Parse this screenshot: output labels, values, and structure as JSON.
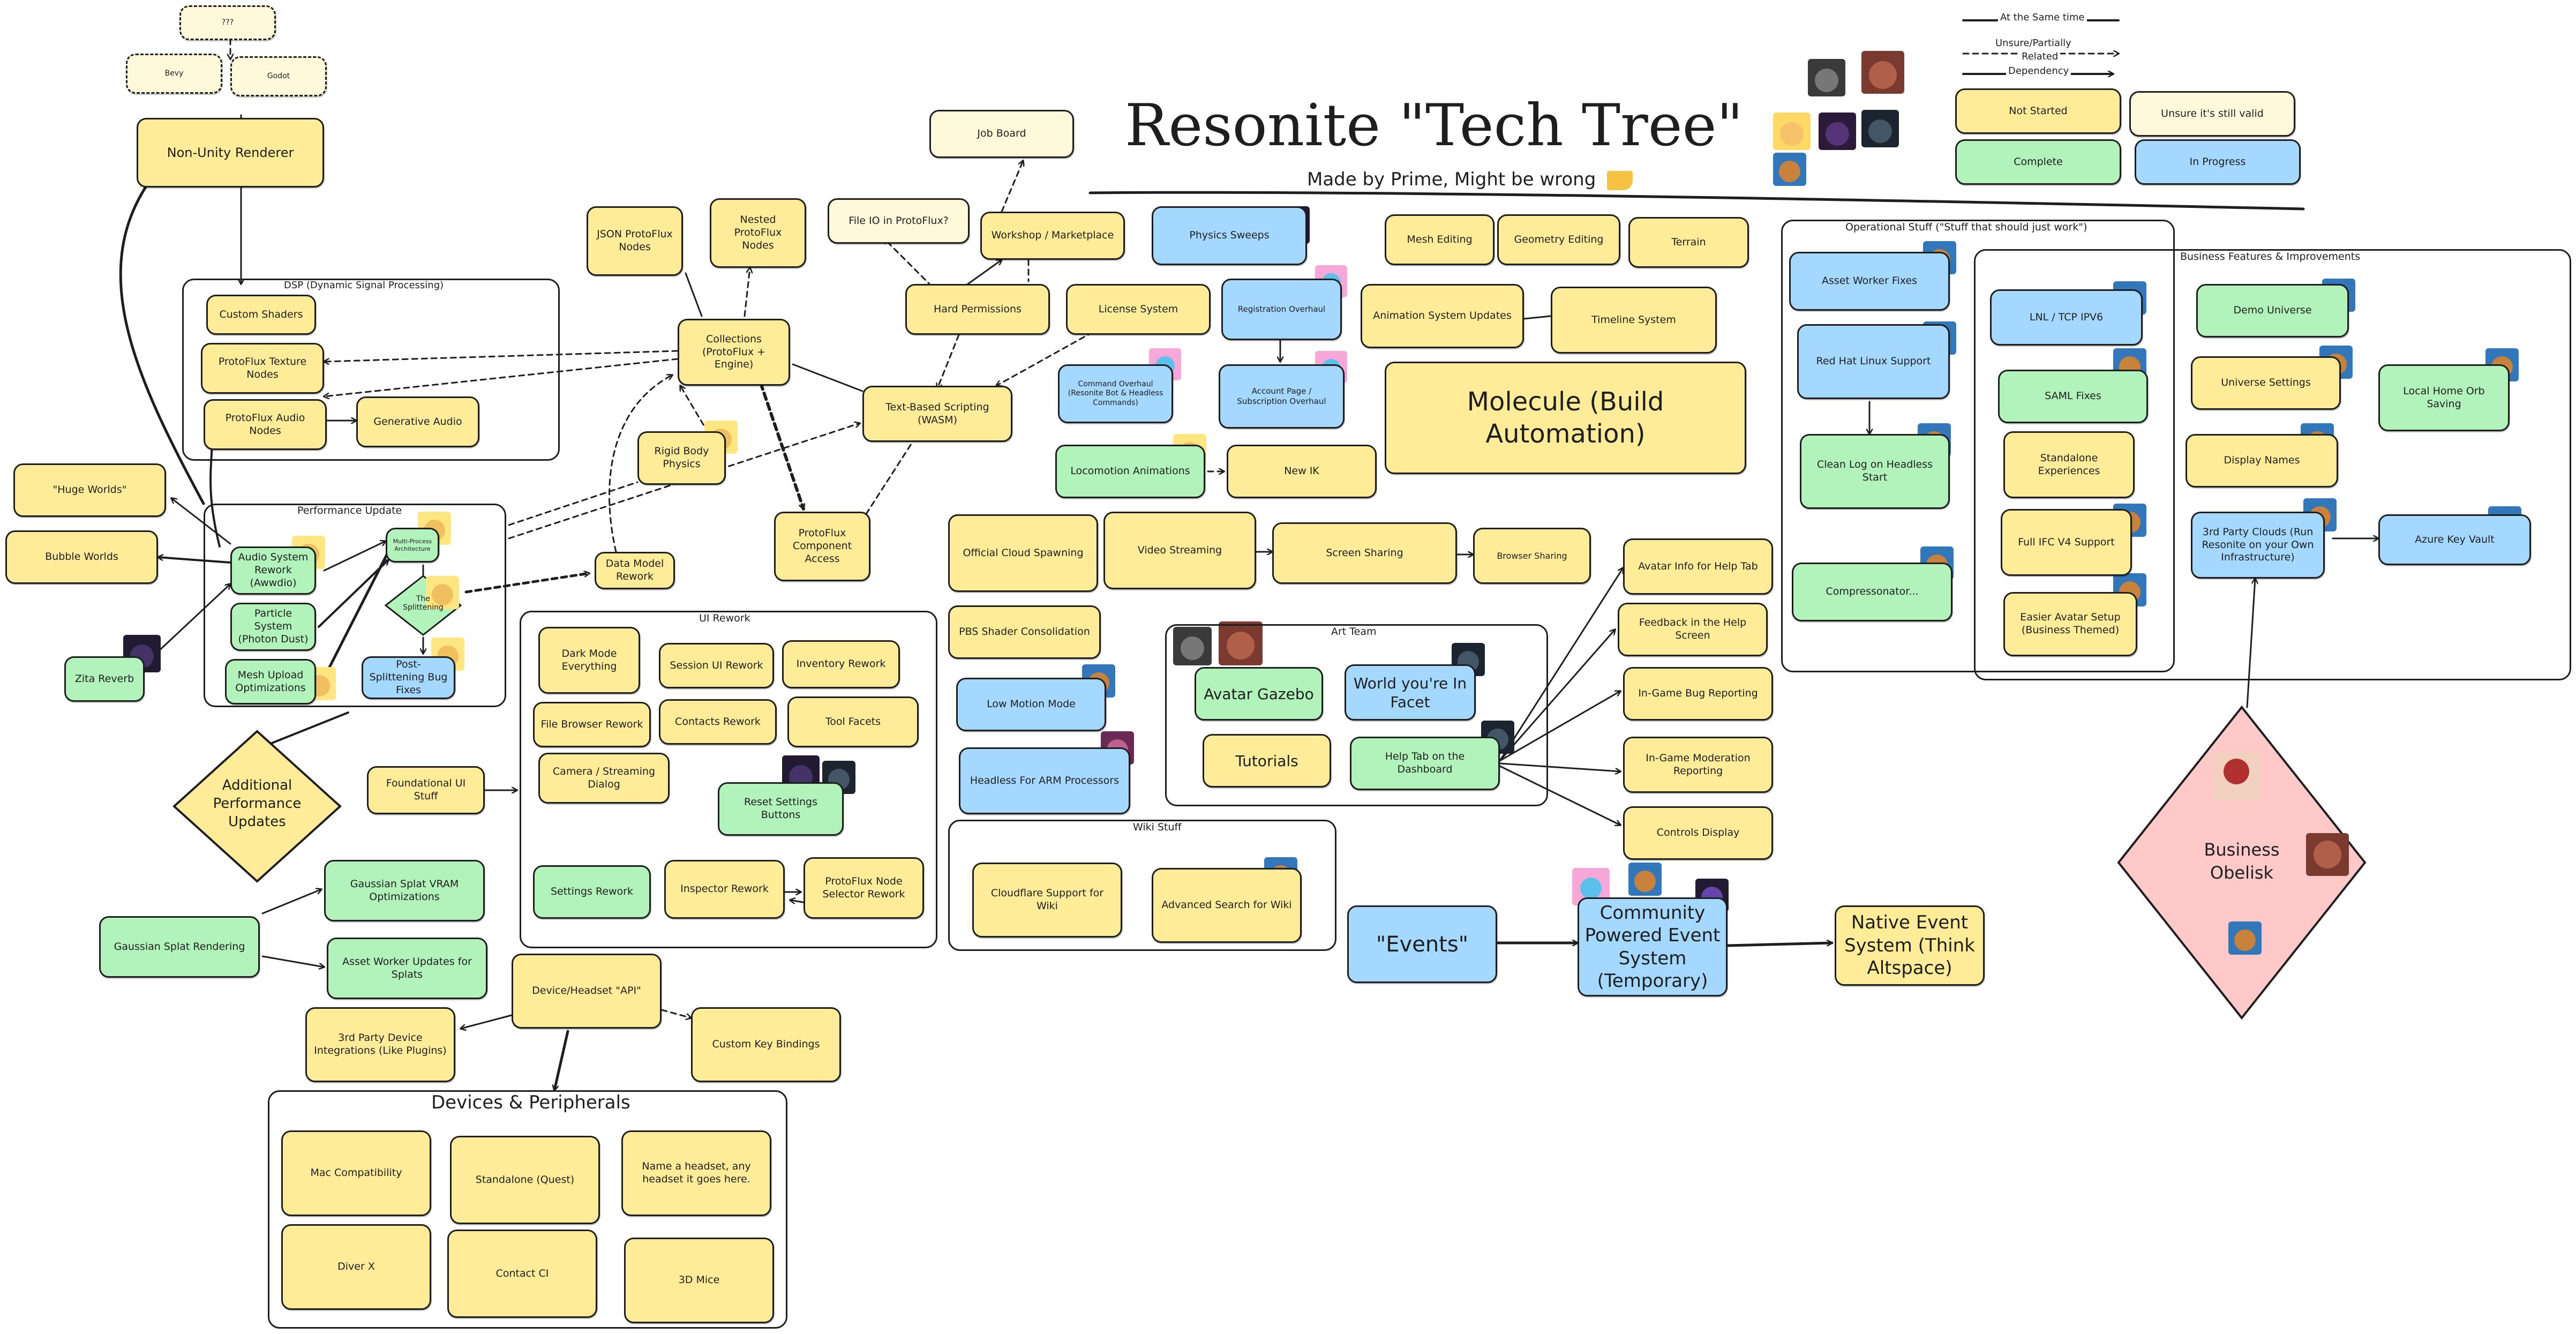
{
  "title": "Resonite \"Tech Tree\"",
  "subtitle": "Made by Prime, Might be wrong",
  "subtitle_icon": "cheese-icon",
  "colors": {
    "not_started": "#ffec99",
    "complete": "#b2f2bb",
    "in_progress": "#a5d8ff",
    "unsure_valid": "#fff9db",
    "obelisk": "#ffc9c9",
    "stroke": "#1e1e1e"
  },
  "legend": {
    "same_time": "At the Same time",
    "unsure_line1": "Unsure/Partially",
    "unsure_line2": "Related",
    "dependency": "Dependency",
    "not_started": "Not Started",
    "unsure_valid": "Unsure it's still valid",
    "complete": "Complete",
    "in_progress": "In Progress"
  },
  "groups": {
    "dsp": "DSP (Dynamic Signal Processing)",
    "performance": "Performance Update",
    "ui_rework": "UI Rework",
    "art_team": "Art Team",
    "wiki": "Wiki Stuff",
    "operational": "Operational Stuff (\"Stuff that should just work\")",
    "business": "Business Features & Improvements",
    "devices": "Devices & Peripherals"
  },
  "nodes": {
    "q": "???",
    "bevy": "Bevy",
    "godot": "Godot",
    "non_unity": "Non-Unity Renderer",
    "custom_shaders": "Custom Shaders",
    "pf_texture": "ProtoFlux Texture Nodes",
    "pf_audio": "ProtoFlux Audio Nodes",
    "generative_audio": "Generative Audio",
    "huge_worlds": "\"Huge Worlds\"",
    "bubble_worlds": "Bubble Worlds",
    "zita_reverb": "Zita Reverb",
    "audio_rework": "Audio System Rework (Awwdio)",
    "particle": "Particle System (Photon Dust)",
    "mesh_upload": "Mesh Upload Optimizations",
    "multi_process": "Multi-Process Architecture",
    "splittening": "The Splittening",
    "post_split": "Post-Splittening Bug Fixes",
    "additional_perf": "Additional Performance Updates",
    "json_pf": "JSON ProtoFlux Nodes",
    "nested_pf": "Nested ProtoFlux Nodes",
    "collections": "Collections (ProtoFlux + Engine)",
    "rigid_body": "Rigid Body Physics",
    "data_model": "Data Model Rework",
    "pf_component": "ProtoFlux Component Access",
    "job_board": "Job Board",
    "file_io": "File IO in ProtoFlux?",
    "workshop": "Workshop / Marketplace",
    "hard_perms": "Hard Permissions",
    "license": "License System",
    "text_scripting": "Text-Based Scripting (WASM)",
    "physics_sweeps": "Physics Sweeps",
    "registration": "Registration Overhaul",
    "command_overhaul": "Command Overhaul (Resonite Bot & Headless Commands)",
    "account_page": "Account Page / Subscription Overhaul",
    "locomotion": "Locomotion Animations",
    "new_ik": "New IK",
    "mesh_editing": "Mesh Editing",
    "geometry_editing": "Geometry Editing",
    "terrain": "Terrain",
    "anim_updates": "Animation System Updates",
    "timeline": "Timeline System",
    "molecule": "Molecule (Build Automation)",
    "cloud_spawning": "Official Cloud Spawning",
    "video_streaming": "Video Streaming",
    "screen_sharing": "Screen Sharing",
    "browser_sharing": "Browser Sharing",
    "pbs_shader": "PBS Shader Consolidation",
    "low_motion": "Low Motion Mode",
    "headless_arm": "Headless For ARM Processors",
    "avatar_gazebo": "Avatar Gazebo",
    "world_facet": "World you're In Facet",
    "tutorials": "Tutorials",
    "help_tab": "Help Tab on the Dashboard",
    "avatar_info": "Avatar Info for Help Tab",
    "feedback_help": "Feedback in the Help Screen",
    "bug_reporting": "In-Game Bug Reporting",
    "moderation": "In-Game Moderation Reporting",
    "controls_display": "Controls Display",
    "dark_mode": "Dark Mode Everything",
    "session_ui": "Session UI Rework",
    "inventory": "Inventory Rework",
    "file_browser": "File Browser Rework",
    "contacts": "Contacts Rework",
    "tool_facets": "Tool Facets",
    "camera_dialog": "Camera / Streaming Dialog",
    "reset_settings": "Reset Settings Buttons",
    "settings_rework": "Settings Rework",
    "inspector": "Inspector Rework",
    "pf_selector": "ProtoFlux Node Selector Rework",
    "foundational_ui": "Foundational UI Stuff",
    "cloudflare": "Cloudflare Support for Wiki",
    "adv_search": "Advanced Search for Wiki",
    "events": "\"Events\"",
    "community_events": "Community Powered Event System (Temporary)",
    "native_events": "Native Event System (Think Altspace)",
    "asset_worker_fixes": "Asset Worker Fixes",
    "red_hat": "Red Hat Linux Support",
    "clean_log": "Clean Log on Headless Start",
    "compressonator": "Compressonator...",
    "lnl_tcp": "LNL / TCP IPV6",
    "saml": "SAML Fixes",
    "standalone_exp": "Standalone Experiences",
    "full_ifc": "Full IFC V4 Support",
    "easier_avatar": "Easier Avatar Setup (Business Themed)",
    "demo_universe": "Demo Universe",
    "universe_settings": "Universe Settings",
    "local_home": "Local Home Orb Saving",
    "display_names": "Display Names",
    "third_party_clouds": "3rd Party Clouds (Run Resonite on your Own Infrastructure)",
    "azure": "Azure Key Vault",
    "business_obelisk": "Business Obelisk",
    "gaussian_vram": "Gaussian Splat VRAM Optimizations",
    "gaussian_render": "Gaussian Splat Rendering",
    "asset_worker_splats": "Asset Worker Updates for Splats",
    "device_api": "Device/Headset \"API\"",
    "third_party_devices": "3rd Party Device Integrations (Like Plugins)",
    "custom_keys": "Custom Key Bindings",
    "mac": "Mac Compatibility",
    "standalone_quest": "Standalone (Quest)",
    "name_headset": "Name a headset, any headset it goes here.",
    "diver_x": "Diver X",
    "contact_ci": "Contact CI",
    "mice_3d": "3D Mice"
  }
}
